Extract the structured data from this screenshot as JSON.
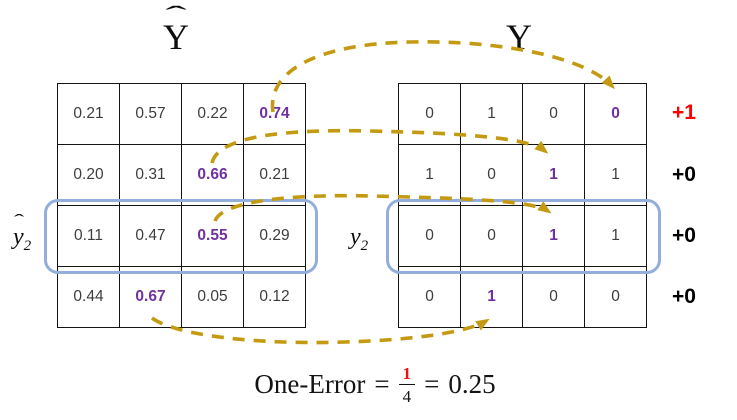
{
  "titles": {
    "pred_hat": "ˆ",
    "pred_base": "Y",
    "truth": "Y"
  },
  "row_labels": {
    "pred_hat": "ˆ",
    "pred_base": "y",
    "pred_sub": "2",
    "truth_base": "y",
    "truth_sub": "2"
  },
  "matrices": {
    "pred": {
      "rows": [
        [
          "0.21",
          "0.57",
          "0.22",
          "0.74"
        ],
        [
          "0.20",
          "0.31",
          "0.66",
          "0.21"
        ],
        [
          "0.11",
          "0.47",
          "0.55",
          "0.29"
        ],
        [
          "0.44",
          "0.67",
          "0.05",
          "0.12"
        ]
      ],
      "highlighted_cells": [
        [
          0,
          3
        ],
        [
          1,
          2
        ],
        [
          2,
          2
        ],
        [
          3,
          1
        ]
      ]
    },
    "truth": {
      "rows": [
        [
          "0",
          "1",
          "0",
          "0"
        ],
        [
          "1",
          "0",
          "1",
          "1"
        ],
        [
          "0",
          "0",
          "1",
          "1"
        ],
        [
          "0",
          "1",
          "0",
          "0"
        ]
      ],
      "highlighted_cells": [
        [
          0,
          3
        ],
        [
          1,
          2
        ],
        [
          2,
          2
        ],
        [
          3,
          1
        ]
      ]
    }
  },
  "row_scores": [
    {
      "label": "+1",
      "color": "#FF0000"
    },
    {
      "label": "+0",
      "color": "#000000"
    },
    {
      "label": "+0",
      "color": "#000000"
    },
    {
      "label": "+0",
      "color": "#000000"
    }
  ],
  "formula": {
    "name": "One-Error",
    "eq1": "=",
    "numerator": "1",
    "denominator": "4",
    "eq2": "=",
    "result": "0.25"
  },
  "colors": {
    "highlight_purple": "#7030A0",
    "arrow_gold": "#C49A12",
    "row_box_blue": "#93AEDB",
    "score_red": "#FF0000"
  }
}
